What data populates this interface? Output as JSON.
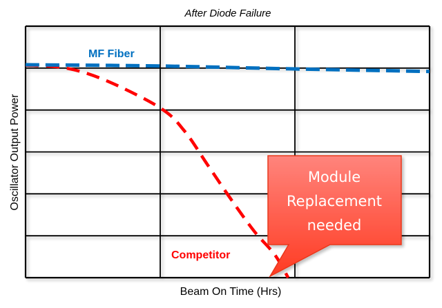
{
  "chart_data": {
    "type": "line",
    "title": "After Diode Failure",
    "xlabel": "Beam On Time (Hrs)",
    "ylabel": "Oscillator Output Power",
    "x_gridlines": 3,
    "y_gridlines": 6,
    "xlim": [
      0,
      3
    ],
    "ylim": [
      0,
      6
    ],
    "grid": true,
    "series": [
      {
        "name": "MF Fiber",
        "color": "#0070C0",
        "style": "dashed",
        "x": [
          0,
          1,
          2,
          3
        ],
        "y": [
          5.08,
          5.05,
          4.98,
          4.92
        ]
      },
      {
        "name": "Competitor",
        "color": "#FF0000",
        "style": "dashed",
        "x": [
          0,
          0.3,
          0.6,
          1.0,
          1.18,
          1.35,
          1.53,
          1.7,
          1.85,
          1.95
        ],
        "y": [
          5.07,
          5.0,
          4.7,
          4.05,
          3.5,
          2.7,
          1.85,
          1.1,
          0.55,
          0.0
        ]
      }
    ],
    "annotations": [
      {
        "text": "MF Fiber",
        "color": "#0070C0"
      },
      {
        "text": "Competitor",
        "color": "#FF0000"
      },
      {
        "text": [
          "Module",
          "Replacement",
          "needed"
        ],
        "type": "callout",
        "fill_top": "#FF847C",
        "fill_bottom": "#FF3B22",
        "border": "#E8381C",
        "points_to_x": 1.95,
        "points_to_y": 0.0
      }
    ]
  }
}
